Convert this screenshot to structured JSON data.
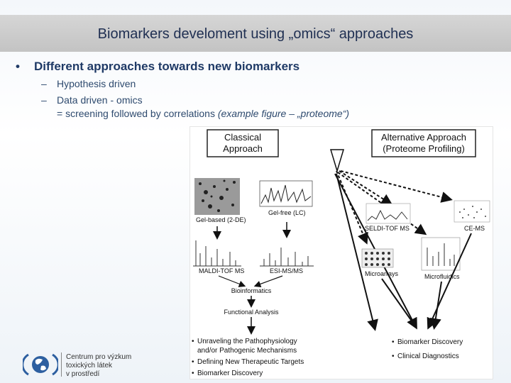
{
  "slide": {
    "title": "Biomarkers develoment using „omics“ approaches",
    "bullet": "Different approaches towards new biomarkers",
    "sub1": "Hypothesis driven",
    "sub2": "Data driven - omics",
    "sub3_main": "= screening followed by correlations ",
    "sub3_italic": "(example figure – „proteome“)"
  },
  "figure": {
    "box_classical_1": "Classical",
    "box_classical_2": "Approach",
    "box_alt_1": "Alternative Approach",
    "box_alt_2": "(Proteome Profiling)",
    "gel_based": "Gel-based (2-DE)",
    "gel_free": "Gel-free (LC)",
    "maldi": "MALDI-TOF MS",
    "esi": "ESI-MS/MS",
    "bioinformatics": "Bioinformatics",
    "functional": "Functional Analysis",
    "seldi": "SELDI-TOF MS",
    "cems": "CE-MS",
    "microarrays": "Microarrays",
    "microfluidics": "Microfluidics",
    "outcomes_left": [
      "Unraveling the Pathophysiology",
      "and/or Pathogenic Mechanisms",
      "Defining New Therapeutic Targets",
      "Biomarker Discovery"
    ],
    "outcomes_right": [
      "Biomarker Discovery",
      "Clinical Diagnostics"
    ]
  },
  "logo": {
    "line1": "Centrum pro výzkum",
    "line2": "toxických látek",
    "line3": "v prostředí"
  }
}
